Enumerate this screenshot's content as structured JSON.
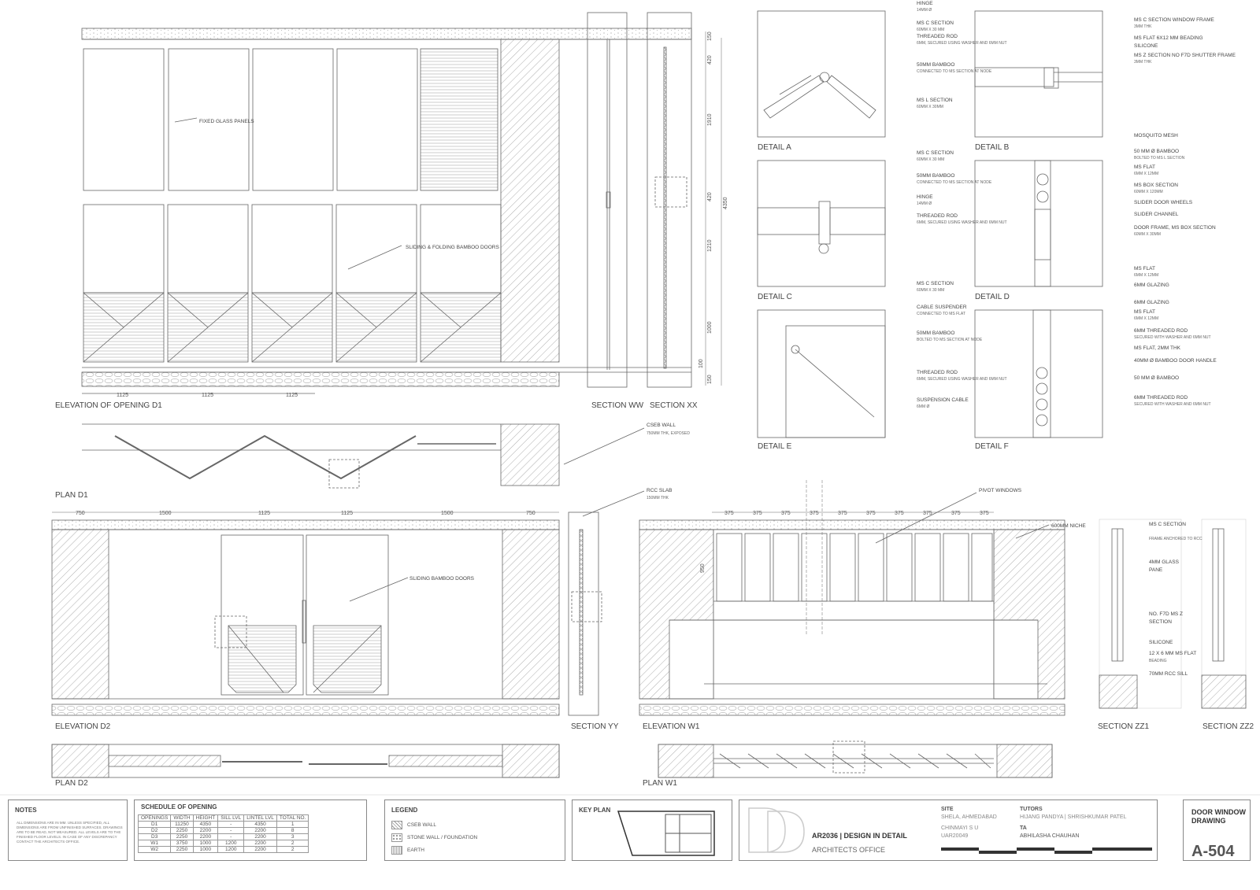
{
  "views": {
    "elev_d1": "ELEVATION OF OPENING D1",
    "sec_ww": "SECTION WW",
    "sec_xx": "SECTION XX",
    "plan_d1": "PLAN D1",
    "elev_d2": "ELEVATION D2",
    "sec_yy": "SECTION YY",
    "plan_d2": "PLAN D2",
    "elev_w1": "ELEVATION W1",
    "plan_w1": "PLAN W1",
    "sec_zz1": "SECTION ZZ1",
    "sec_zz2": "SECTION ZZ2",
    "detail_a": "DETAIL A",
    "detail_b": "DETAIL B",
    "detail_c": "DETAIL C",
    "detail_d": "DETAIL D",
    "detail_e": "DETAIL E",
    "detail_f": "DETAIL F"
  },
  "annotations": {
    "fixed_glass": "FIXED GLASS PANELS",
    "sliding_folding": "SLIDING & FOLDING BAMBOO DOORS",
    "sliding_doors": "SLIDING BAMBOO DOORS",
    "pivot_windows": "PIVOT WINDOWS",
    "niche": "600MM NICHE",
    "cseb_wall": "CSEB WALL",
    "cseb_wall_sub": "750MM THK, EXPOSED",
    "rcc_slab": "RCC SLAB",
    "rcc_slab_sub": "150MM THK"
  },
  "dims": {
    "d1_bottom": [
      "1125",
      "1125",
      "1125"
    ],
    "d1_vertical": [
      "150",
      "420",
      "1910",
      "420",
      "1210",
      "1000",
      "100",
      "150"
    ],
    "d1_total": "4350",
    "d2_top": [
      "750",
      "1500",
      "1125",
      "1125",
      "1500",
      "750"
    ],
    "w1_top": [
      "375",
      "375",
      "375",
      "375",
      "375",
      "375",
      "375",
      "375",
      "375",
      "375"
    ],
    "w1_height": "950"
  },
  "detail_labels": {
    "a": [
      [
        "HINGE",
        "14MM Ø"
      ],
      [
        "MS C SECTION",
        "60MM X 30 MM"
      ],
      [
        "THREADED ROD",
        "6MM, SECURED USING WASHER AND 6MM NUT"
      ],
      [
        "50MM BAMBOO",
        "CONNECTED TO MS SECTION AT NODE"
      ],
      [
        "MS L SECTION",
        "60MM X 30MM"
      ]
    ],
    "b": [
      [
        "MS C SECTION WINDOW FRAME",
        "3MM THK"
      ],
      [
        "MS FLAT 6X12 MM BEADING",
        ""
      ],
      [
        "SILICONE",
        ""
      ],
      [
        "MS Z SECTION NO F7D SHUTTER FRAME",
        "3MM THK"
      ]
    ],
    "c": [
      [
        "MS C SECTION",
        "60MM X 30 MM"
      ],
      [
        "50MM BAMBOO",
        "CONNECTED TO MS SECTION AT NODE"
      ],
      [
        "HINGE",
        "14MM Ø"
      ],
      [
        "THREADED ROD",
        "6MM, SECURED USING WASHER AND 6MM NUT"
      ]
    ],
    "d": [
      [
        "MOSQUITO MESH",
        ""
      ],
      [
        "50 MM Ø BAMBOO",
        "BOLTED TO MS L SECTION"
      ],
      [
        "MS FLAT",
        "6MM X 12MM"
      ],
      [
        "MS BOX SECTION",
        "60MM X 120MM"
      ],
      [
        "SLIDER DOOR WHEELS",
        ""
      ],
      [
        "SLIDER CHANNEL",
        ""
      ],
      [
        "DOOR FRAME, MS BOX SECTION",
        "60MM X 30MM"
      ],
      [
        "MS FLAT",
        "6MM X 12MM"
      ],
      [
        "6MM GLAZING",
        ""
      ]
    ],
    "e": [
      [
        "MS C SECTION",
        "60MM X 30 MM"
      ],
      [
        "CABLE SUSPENDER",
        "CONNECTED TO MS FLAT"
      ],
      [
        "50MM BAMBOO",
        "BOLTED TO MS SECTION AT NODE"
      ],
      [
        "THREADED ROD",
        "6MM, SECURED USING WASHER AND 6MM NUT"
      ],
      [
        "SUSPENSION CABLE",
        "6MM Ø"
      ]
    ],
    "f": [
      [
        "6MM GLAZING",
        ""
      ],
      [
        "MS FLAT",
        "6MM X 12MM"
      ],
      [
        "6MM THREADED ROD",
        "SECURED WITH WASHER AND 6MM NUT"
      ],
      [
        "MS FLAT, 2MM THK",
        ""
      ],
      [
        "40MM Ø BAMBOO DOOR HANDLE",
        ""
      ],
      [
        "50 MM Ø BAMBOO",
        ""
      ],
      [
        "6MM THREADED ROD",
        "SECURED WITH WASHER AND 6MM NUT"
      ]
    ],
    "zz": [
      [
        "MS C SECTION",
        "FRAME ANCHORED TO RCC"
      ],
      [
        "4MM GLASS",
        "PANE"
      ],
      [
        "NO. F7D MS Z",
        "SECTION"
      ],
      [
        "SILICONE",
        ""
      ],
      [
        "12 X 6 MM MS FLAT",
        "BEADING"
      ],
      [
        "70MM RCC SILL",
        ""
      ]
    ]
  },
  "titleblock": {
    "notes_title": "NOTES",
    "notes_text": "ALL DIMENSIONS ARE IN MM. UNLESS SPECIFIED, ALL DIMENSIONS ARE FROM UNFINISHED SURFACES. DRAWINGS ARE TO BE READ, NOT MEASURED. ALL LEVELS ARE TO THE FINISHED FLOOR LEVELS. IN CASE OF ANY DISCREPANCY CONTACT THE ARCHITECTS OFFICE.",
    "schedule_title": "SCHEDULE OF OPENING",
    "schedule_headers": [
      "OPENINGS",
      "WIDTH",
      "HEIGHT",
      "SILL LVL",
      "LINTEL LVL",
      "TOTAL NO."
    ],
    "schedule_rows": [
      [
        "D1",
        "11250",
        "4350",
        "-",
        "4350",
        "1"
      ],
      [
        "D2",
        "2250",
        "2200",
        "-",
        "2200",
        "8"
      ],
      [
        "D3",
        "2250",
        "2200",
        "-",
        "2200",
        "3"
      ],
      [
        "W1",
        "3750",
        "1000",
        "1200",
        "2200",
        "2"
      ],
      [
        "W2",
        "2250",
        "1000",
        "1200",
        "2200",
        "2"
      ]
    ],
    "legend_title": "LEGEND",
    "legend_items": [
      "CSEB WALL",
      "STONE WALL / FOUNDATION",
      "EARTH"
    ],
    "keyplan_title": "KEY PLAN",
    "course": "AR2036 | DESIGN IN DETAIL",
    "office": "ARCHITECTS OFFICE",
    "site_label": "SITE",
    "site_value": "SHELA, AHMEDABAD",
    "student": "CHINMAYI S U",
    "student_id": "UAR20049",
    "tutors_label": "TUTORS",
    "tutors_value": "HIJANG PANDYA | SHRISHKUMAR PATEL",
    "ta_label": "TA",
    "ta_value": "ABHILASHA CHAUHAN",
    "drawing_name": "DOOR WINDOW DRAWING",
    "drawing_no": "A-504"
  }
}
